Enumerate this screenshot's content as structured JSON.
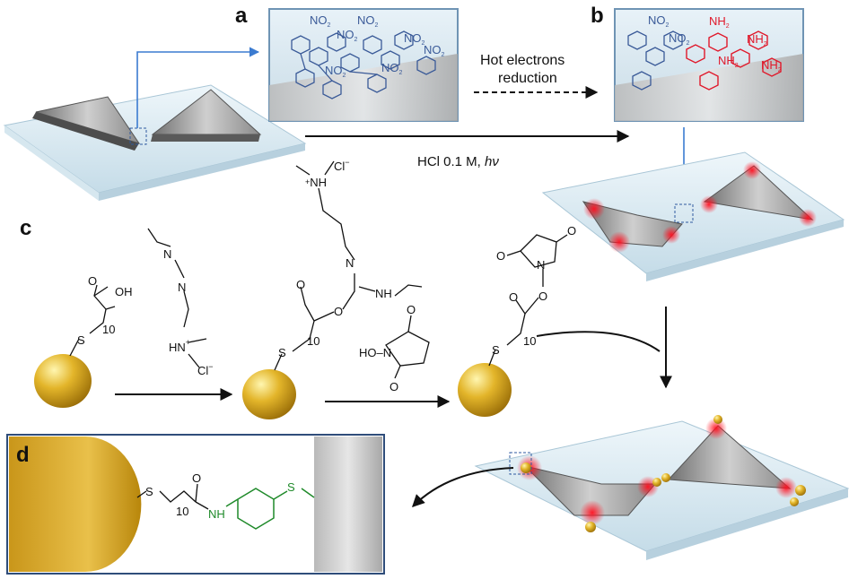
{
  "panels": {
    "a": "a",
    "b": "b",
    "c": "c",
    "d": "d"
  },
  "arrows": {
    "hot_electrons_line1": "Hot electrons",
    "hot_electrons_line2": "reduction",
    "hcl_text": "HCl 0.1 M, ",
    "hv": "hν"
  },
  "chem": {
    "no2": "NO",
    "no2_sub": "2",
    "nh2": "NH",
    "nh2_sub": "2",
    "s": "S",
    "oh": "OH",
    "o": "O",
    "n": "N",
    "nh": "NH",
    "hn_plus": "HN",
    "plus": "+",
    "cl_minus": "Cl",
    "minus": "−",
    "subscript_10": "10",
    "ho_n": "HO–N",
    "h": "H"
  },
  "colors": {
    "gold": "#d9a520",
    "nitro_blue": "#3a5a98",
    "amine_red": "#e0182a",
    "linker_green": "#1f8a2a",
    "glass": "#cfe3ee"
  }
}
